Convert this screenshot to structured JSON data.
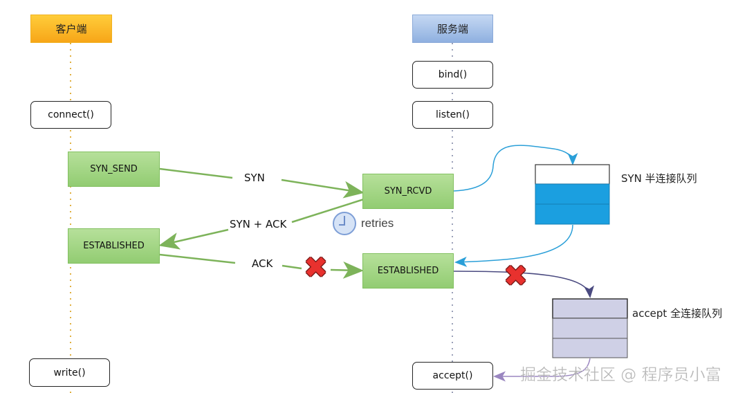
{
  "lanes": {
    "client": {
      "title": "客户端",
      "color": "#f9b826"
    },
    "server": {
      "title": "服务端",
      "color": "#a9c4ec"
    }
  },
  "client_calls": {
    "connect": "connect()",
    "write": "write()"
  },
  "server_calls": {
    "bind": "bind()",
    "listen": "listen()",
    "accept": "accept()"
  },
  "states": {
    "client_syn_send": "SYN_SEND",
    "client_established": "ESTABLISHED",
    "server_syn_rcvd": "SYN_RCVD",
    "server_established": "ESTABLISHED"
  },
  "messages": {
    "syn": "SYN",
    "syn_ack": "SYN + ACK",
    "ack": "ACK"
  },
  "retries": {
    "label": "retries",
    "icon": "clock-icon"
  },
  "queues": {
    "syn_queue": {
      "label": "SYN 半连接队列",
      "slots": 3,
      "filled": 2,
      "fill_color": "#1b9fe0"
    },
    "accept_queue": {
      "label": "accept 全连接队列",
      "slots": 3,
      "filled": 3,
      "fill_color": "#cfd0e6"
    }
  },
  "failure_marks": {
    "symbol": "✖",
    "color": "#e8312e"
  },
  "colors": {
    "message_arrow": "#7db35a",
    "syn_queue_arrow": "#2a9fd8",
    "accept_queue_arrow": "#5a5a8a",
    "accept_arrow": "#9a86c0"
  },
  "watermark": "掘金技术社区 @ 程序员小富"
}
